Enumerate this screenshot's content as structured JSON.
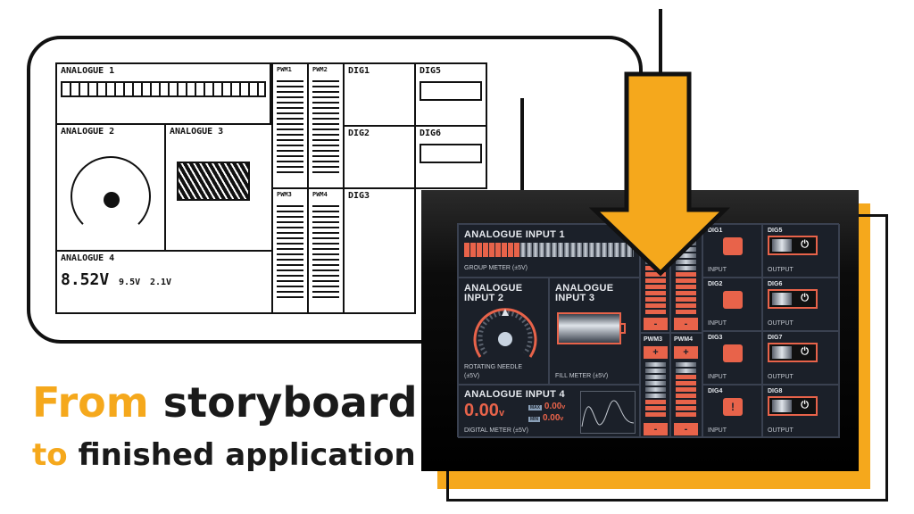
{
  "headline": {
    "word1": "From",
    "word2": "storyboard",
    "line2_word1": "to",
    "line2_rest": "finished application"
  },
  "colors": {
    "accent": "#f5a81c",
    "meter": "#e8634a",
    "panel": "#1b2029"
  },
  "sketch": {
    "a1": "ANALOGUE 1",
    "a2": "ANALOGUE 2",
    "a3": "ANALOGUE 3",
    "a4": "ANALOGUE 4",
    "a4_value": "8.52V",
    "a4_max": "9.5V",
    "a4_min": "2.1V",
    "pwm1": "PWM1",
    "pwm2": "PWM2",
    "pwm3": "PWM3",
    "pwm4": "PWM4",
    "dig1": "DIG1",
    "dig2": "DIG2",
    "dig3": "DIG3",
    "dig5": "DIG5",
    "dig6": "DIG6"
  },
  "app": {
    "a1": {
      "title": "ANALOGUE INPUT 1",
      "caption": "GROUP METER (±5V)",
      "level": 0.3
    },
    "a2": {
      "title1": "ANALOGUE",
      "title2": "INPUT 2",
      "caption1": "ROTATING NEEDLE",
      "caption2": "(±5V)"
    },
    "a3": {
      "title1": "ANALOGUE",
      "title2": "INPUT 3",
      "caption": "FILL METER (±5V)"
    },
    "a4": {
      "title": "ANALOGUE INPUT 4",
      "value": "0.00",
      "unit": "v",
      "max_label": "MAX",
      "max": "0.00",
      "min_label": "MIN",
      "min": "0.00",
      "caption": "DIGITAL METER (±5V)"
    },
    "pwm": [
      {
        "label": "PWM3",
        "plus": "+",
        "minus": "-"
      },
      {
        "label": "PWM4",
        "plus": "+",
        "minus": "-"
      }
    ],
    "pwm_top": {
      "minus": "-"
    },
    "dig_in": [
      {
        "label": "DIG1",
        "type": "INPUT",
        "icon": "door-icon"
      },
      {
        "label": "DIG2",
        "type": "INPUT",
        "icon": "bell-icon"
      },
      {
        "label": "DIG3",
        "type": "INPUT",
        "icon": "charger-icon"
      },
      {
        "label": "DIG4",
        "type": "INPUT",
        "icon": "battery-warning-icon"
      }
    ],
    "dig_out": [
      {
        "label": "DIG5",
        "type": "OUTPUT"
      },
      {
        "label": "DIG6",
        "type": "OUTPUT"
      },
      {
        "label": "DIG7",
        "type": "OUTPUT"
      },
      {
        "label": "DIG8",
        "type": "OUTPUT"
      }
    ],
    "power_glyph": "⏻"
  }
}
